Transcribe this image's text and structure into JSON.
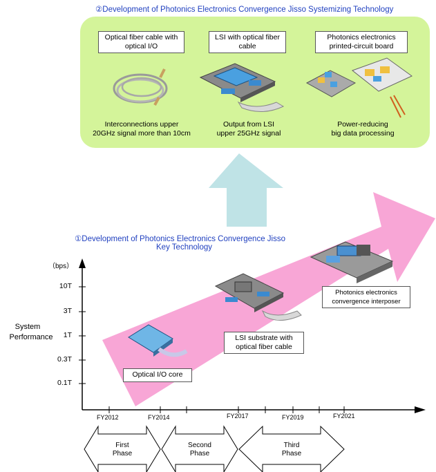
{
  "top_title": "②Development of Photonics Electronics Convergence Jisso Systemizing Technology",
  "mid_title_line1": "①Development of Photonics Electronics Convergence Jisso",
  "mid_title_line2": "Key Technology",
  "top_panel": {
    "items": [
      {
        "label": "Optical fiber cable with optical I/O",
        "caption_l1": "Interconnections upper",
        "caption_l2": "20GHz signal more than 10cm"
      },
      {
        "label": "LSI with optical fiber cable",
        "caption_l1": "Output from LSI",
        "caption_l2": "upper 25GHz signal"
      },
      {
        "label": "Photonics electronics printed-circuit board",
        "caption_l1": "Power-reducing",
        "caption_l2": "big data processing"
      }
    ]
  },
  "chart": {
    "y_unit": "（bps）",
    "y_label_l1": "System",
    "y_label_l2": "Performance",
    "y_ticks": [
      "10T",
      "3T",
      "1T",
      "0.3T",
      "0.1T"
    ],
    "x_ticks": [
      "FY2012",
      "FY2014",
      "FY2017",
      "FY2019",
      "FY2021"
    ]
  },
  "callouts": {
    "optical_io": "Optical I/O  core",
    "lsi_substrate": "LSI substrate  with optical fiber cable",
    "interposer": "Photonics electronics convergence interposer"
  },
  "phases": [
    {
      "l1": "First",
      "l2": "Phase"
    },
    {
      "l1": "Second",
      "l2": "Phase"
    },
    {
      "l1": "Third",
      "l2": "Phase"
    }
  ],
  "colors": {
    "green_panel": "#d4f49a",
    "pink_arrow": "#f8a6d6",
    "up_arrow": "#bfe3e6",
    "title_blue": "#1f3fbf"
  }
}
